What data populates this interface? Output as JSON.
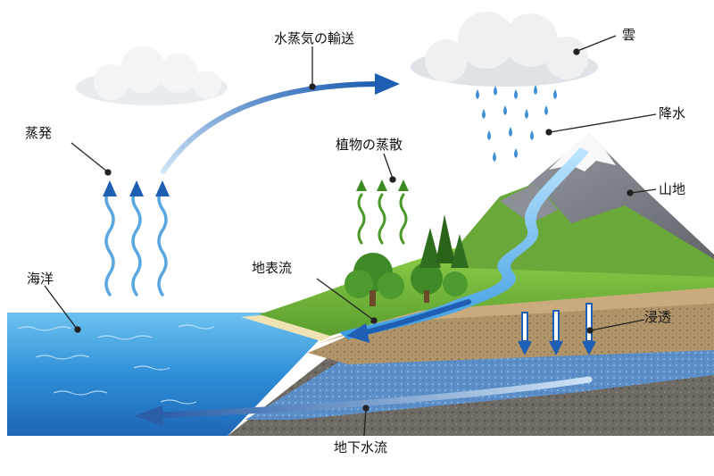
{
  "labels": {
    "vapor_transport": "水蒸気の輸送",
    "cloud": "雲",
    "evaporation": "蒸発",
    "transpiration": "植物の蒸散",
    "precipitation": "降水",
    "mountain": "山地",
    "surface_runoff": "地表流",
    "ocean": "海洋",
    "infiltration": "浸透",
    "groundwater_flow": "地下水流"
  },
  "colors": {
    "ocean": "#2f8fd8",
    "arrow_blue": "#1f5fb3",
    "vapor_blue": "#5aa6e0",
    "transpiration_green": "#4c9a2a",
    "grass": "#7fbf3f",
    "soil": "#a68a64",
    "groundwater": "#5a8fc9",
    "cloud": "#eef0f2"
  }
}
